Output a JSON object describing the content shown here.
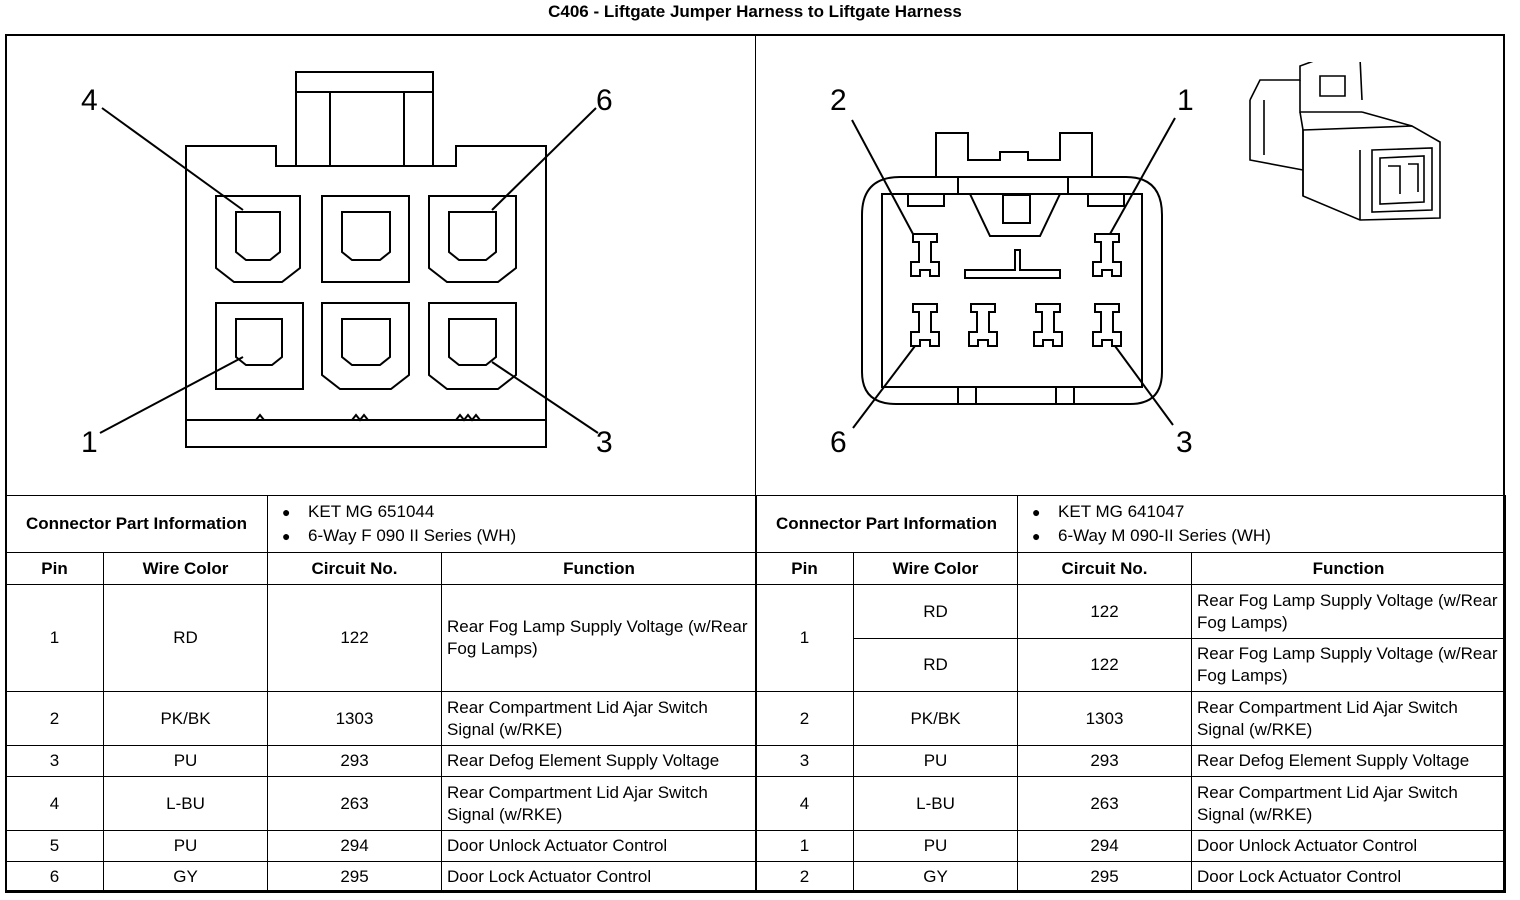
{
  "title": "C406 - Liftgate Jumper Harness to Liftgate Harness",
  "left": {
    "pin_callouts": [
      "4",
      "6",
      "1",
      "3"
    ],
    "part_info_label": "Connector Part Information",
    "part_info": [
      "KET MG 651044",
      "6-Way F 090 II Series (WH)"
    ],
    "headers": [
      "Pin",
      "Wire Color",
      "Circuit No.",
      "Function"
    ],
    "rows": [
      {
        "pin": "1",
        "color": "RD",
        "circuit": "122",
        "function": "Rear Fog Lamp Supply Voltage (w/Rear Fog Lamps)"
      },
      {
        "pin": "2",
        "color": "PK/BK",
        "circuit": "1303",
        "function": "Rear Compartment Lid Ajar Switch Signal (w/RKE)"
      },
      {
        "pin": "3",
        "color": "PU",
        "circuit": "293",
        "function": "Rear Defog Element Supply Voltage"
      },
      {
        "pin": "4",
        "color": "L-BU",
        "circuit": "263",
        "function": "Rear Compartment Lid Ajar Switch Signal (w/RKE)"
      },
      {
        "pin": "5",
        "color": "PU",
        "circuit": "294",
        "function": "Door Unlock Actuator Control"
      },
      {
        "pin": "6",
        "color": "GY",
        "circuit": "295",
        "function": "Door Lock Actuator Control"
      }
    ]
  },
  "right": {
    "pin_callouts": [
      "2",
      "1",
      "6",
      "3"
    ],
    "part_info_label": "Connector Part Information",
    "part_info": [
      "KET MG 641047",
      "6-Way M 090-II Series (WH)"
    ],
    "headers": [
      "Pin",
      "Wire Color",
      "Circuit No.",
      "Function"
    ],
    "pin1_rows": [
      {
        "color": "RD",
        "circuit": "122",
        "function": "Rear Fog Lamp Supply Voltage (w/Rear Fog Lamps)"
      },
      {
        "color": "RD",
        "circuit": "122",
        "function": "Rear Fog Lamp Supply Voltage (w/Rear Fog Lamps)"
      }
    ],
    "pin1": "1",
    "rows": [
      {
        "pin": "2",
        "color": "PK/BK",
        "circuit": "1303",
        "function": "Rear Compartment Lid Ajar Switch Signal (w/RKE)"
      },
      {
        "pin": "3",
        "color": "PU",
        "circuit": "293",
        "function": "Rear Defog Element Supply Voltage"
      },
      {
        "pin": "4",
        "color": "L-BU",
        "circuit": "263",
        "function": "Rear Compartment Lid Ajar Switch Signal (w/RKE)"
      },
      {
        "pin": "1",
        "color": "PU",
        "circuit": "294",
        "function": "Door Unlock Actuator Control"
      },
      {
        "pin": "2",
        "color": "GY",
        "circuit": "295",
        "function": "Door Lock Actuator Control"
      }
    ]
  }
}
